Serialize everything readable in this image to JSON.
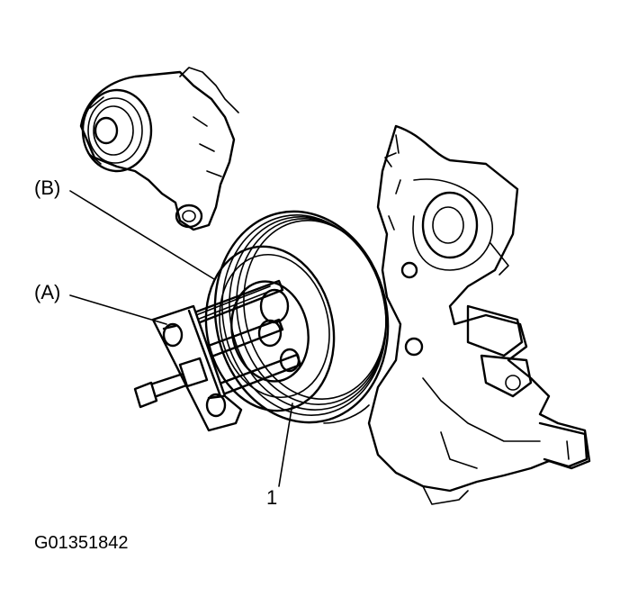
{
  "labels": {
    "b": "(B)",
    "a": "(A)",
    "one": "1"
  },
  "figure_code": "G01351842",
  "colors": {
    "ink": "#000000",
    "paper": "#ffffff"
  }
}
